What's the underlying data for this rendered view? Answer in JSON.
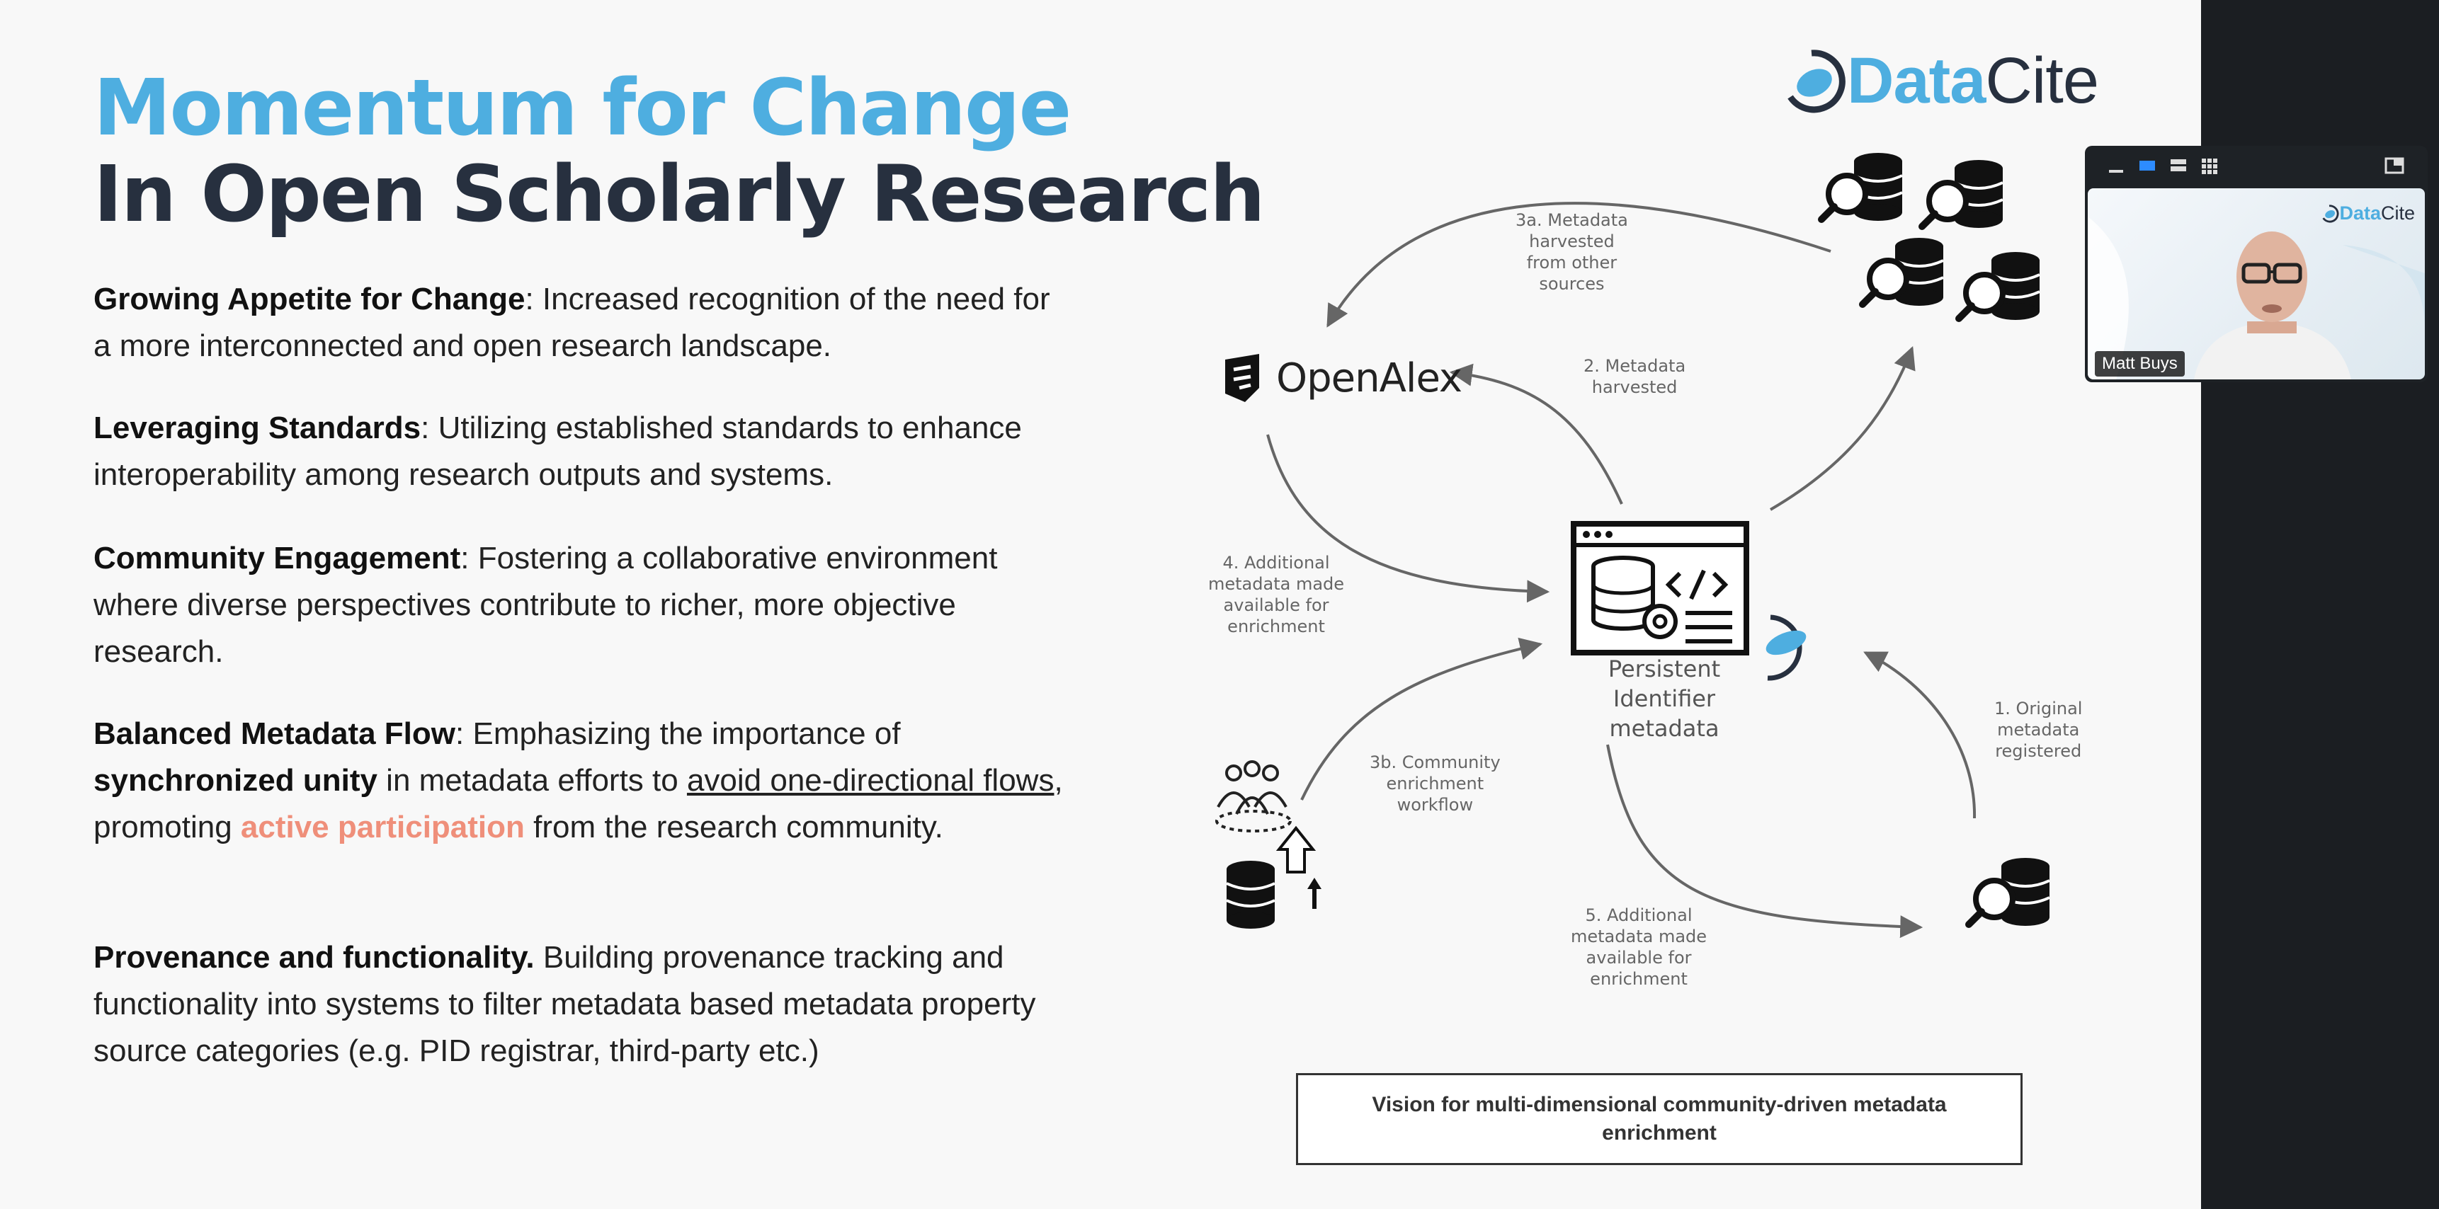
{
  "slide": {
    "title_line1": "Momentum for Change",
    "title_line2": "In Open Scholarly Research",
    "points": [
      {
        "heading": "Growing Appetite for Change",
        "text": ": Increased recognition of the need for a more interconnected and open research landscape."
      },
      {
        "heading": "Leveraging Standards",
        "text": ": Utilizing established standards to enhance interoperability among research outputs and systems."
      },
      {
        "heading": "Community Engagement",
        "text": ": Fostering a collaborative environment where diverse perspectives contribute to richer, more objective research."
      },
      {
        "heading": "Balanced Metadata Flow",
        "t1": ": Emphasizing the importance of ",
        "b1": "synchronized unity",
        "t2": " in metadata efforts to ",
        "u1": "avoid one-directional flows",
        "t3": ", promoting ",
        "h1": "active participation",
        "t4": " from the research community."
      },
      {
        "heading": "Provenance and functionality.",
        "text": " Building provenance tracking and functionality into systems to filter metadata based metadata property source categories (e.g. PID registrar, third-party etc.)"
      }
    ]
  },
  "brand": {
    "data": "Data",
    "cite": "Cite"
  },
  "diagram": {
    "openalex": "OpenAlex",
    "pid": [
      "Persistent",
      "Identifier",
      "metadata"
    ],
    "labels": {
      "harvested_other": [
        "3a. Metadata",
        "harvested",
        "from other",
        "sources"
      ],
      "harvested": [
        "2. Metadata",
        "harvested"
      ],
      "additional4": [
        "4. Additional",
        "metadata made",
        "available for",
        "enrichment"
      ],
      "original": [
        "1. Original",
        "metadata",
        "registered"
      ],
      "community": [
        "3b. Community",
        "enrichment",
        "workflow"
      ],
      "additional5": [
        "5. Additional",
        "metadata made",
        "available for",
        "enrichment"
      ]
    },
    "caption": "Vision for multi-dimensional community-driven metadata enrichment"
  },
  "video": {
    "name": "Matt Buys"
  },
  "colors": {
    "accent": "#4eaee0",
    "dark": "#27303f",
    "highlight": "#ef8f7a"
  }
}
